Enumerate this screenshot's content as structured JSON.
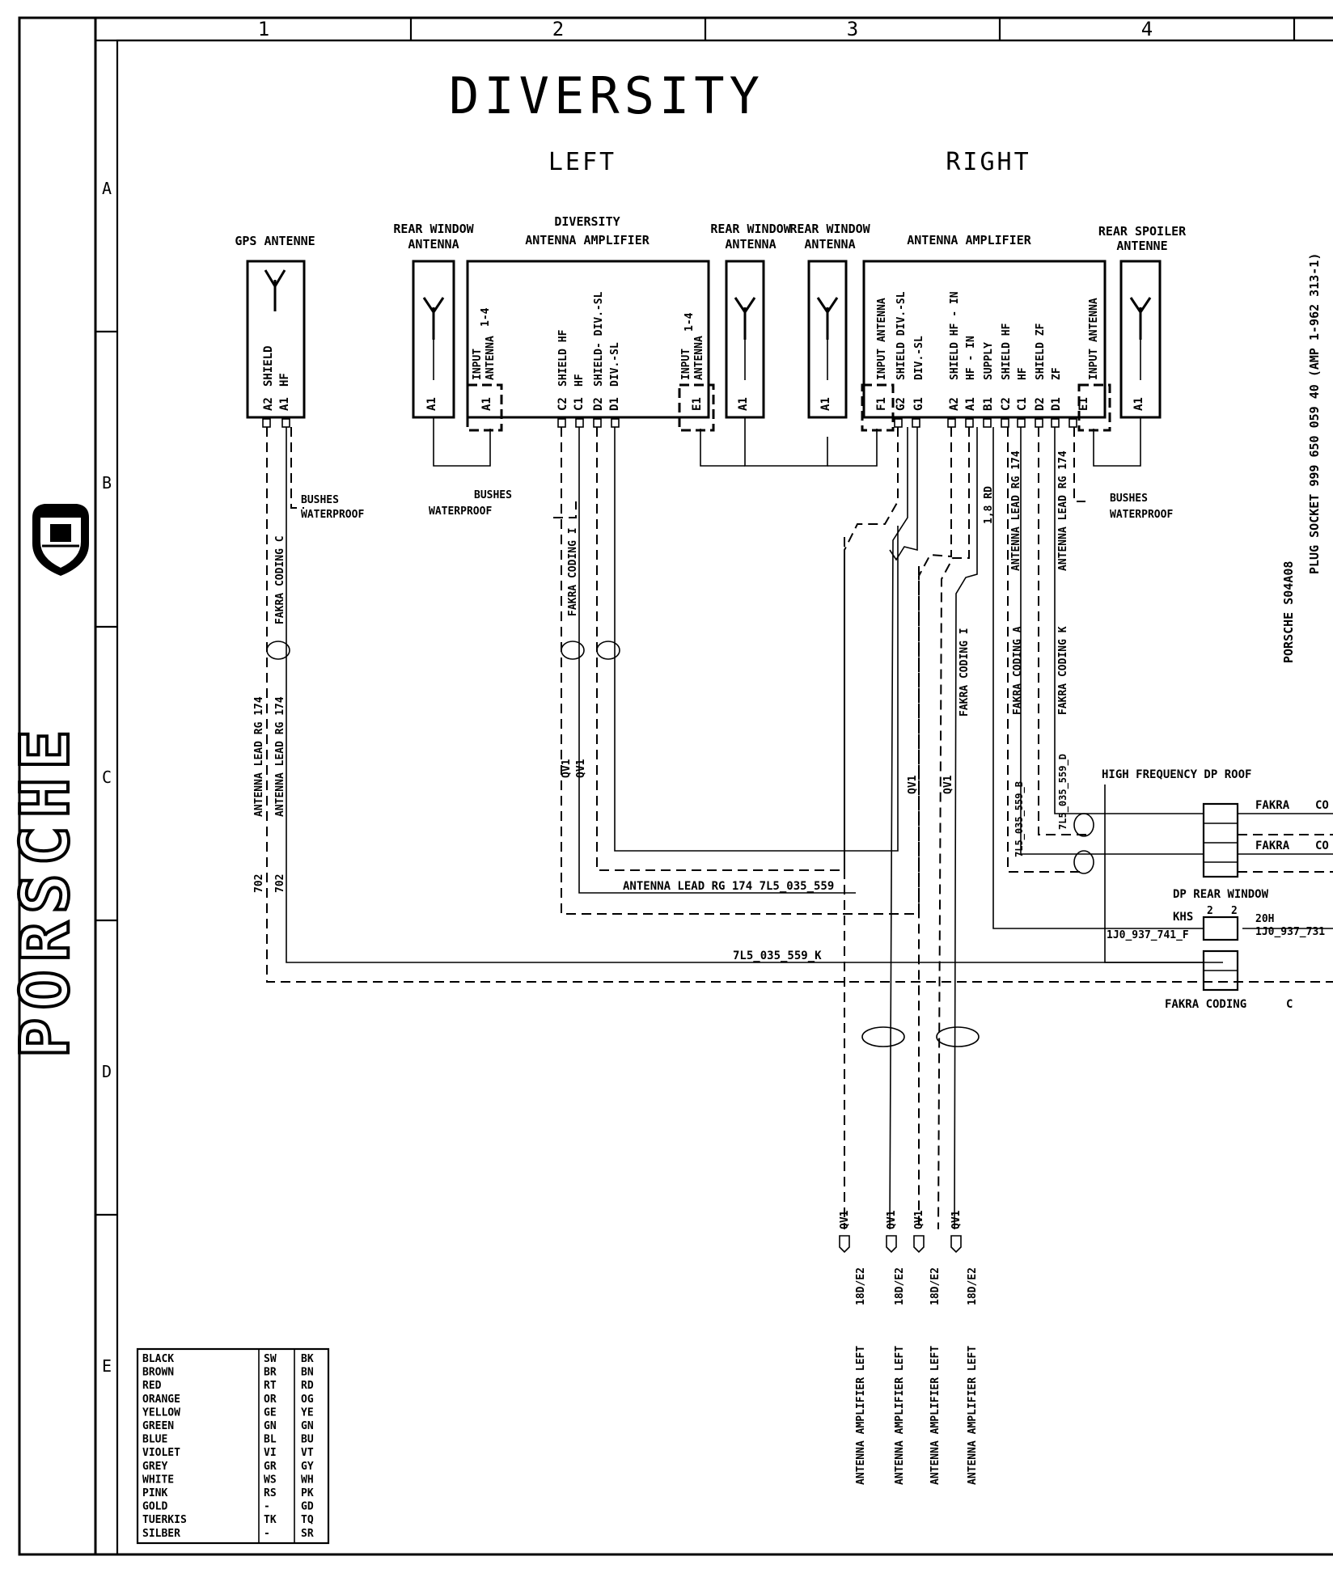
{
  "title": "DIVERSITY",
  "subtitles": {
    "left": "LEFT",
    "right": "RIGHT"
  },
  "grid": {
    "columns": [
      "1",
      "2",
      "3",
      "4"
    ],
    "rows": [
      "A",
      "B",
      "C",
      "D",
      "E"
    ]
  },
  "brand": {
    "name": "PORSCHE"
  },
  "components": {
    "gps": {
      "label": "GPS ANTENNE",
      "pins": [
        "A2",
        "A1"
      ],
      "pin_names": [
        "SHIELD",
        "HF"
      ]
    },
    "rear_window_left": {
      "label_line1": "REAR WINDOW",
      "label_line2": "ANTENNA",
      "pin": "A1"
    },
    "div_amp": {
      "label_line1": "DIVERSITY",
      "label_line2": "ANTENNA  AMPLIFIER",
      "pin_names": [
        "INPUT",
        "ANTENNA",
        "1-4",
        "SHIELD  HF",
        "HF",
        "SHIELD- DIV.-SL",
        "DIV.-SL",
        "INPUT",
        "ANTENNA",
        "1-4"
      ],
      "pins": [
        "A1",
        "C2",
        "C1",
        "D2",
        "D1",
        "E1"
      ]
    },
    "rear_window_mid": {
      "label_line1": "REAR WINDOW",
      "label_line2": "ANTENNA",
      "pin": "A1"
    },
    "rear_window_right": {
      "label_line1": "REAR WINDOW",
      "label_line2": "ANTENNA",
      "pin": "A1"
    },
    "ant_amp": {
      "label": "ANTENNA  AMPLIFIER",
      "pin_names": [
        "INPUT ANTENNA",
        "SHIELD DIV.-SL",
        "DIV.-SL",
        "SHIELD HF - IN",
        "HF - IN",
        "SUPPLY",
        "SHIELD HF",
        "HF",
        "SHIELD ZF",
        "ZF",
        "INPUT  ANTENNA"
      ],
      "pins": [
        "F1",
        "G2",
        "G1",
        "A2",
        "A1",
        "B1",
        "C2",
        "C1",
        "D2",
        "D1",
        "E1"
      ]
    },
    "rear_spoiler": {
      "label_line1": "REAR SPOILER",
      "label_line2": "ANTENNE",
      "pin": "A1"
    }
  },
  "wire_labels": {
    "bushes_left_1": "BUSHES",
    "bushes_left_2": "WATERPROOF",
    "bushes_mid_1": "BUSHES",
    "bushes_mid_2": "WATERPROOF",
    "bushes_right_1": "BUSHES",
    "bushes_right_2": "WATERPROOF",
    "fakra_c": "FAKRA  CODING C",
    "lead_1": "ANTENNA LEAD   RG 174",
    "lead_2": "ANTENNA LEAD   RG 174",
    "w702a": "702",
    "w702b": "702",
    "fakra_i_left": "FAKRA  CODING   I",
    "qv1a": "QV1",
    "qv1b": "QV1",
    "qv1c": "QV1",
    "qv1d": "QV1",
    "fakra_i_right": "FAKRA  CODING  I",
    "rd18": "1,8  RD",
    "lead_rg_a": "ANTENNA  LEAD  RG 174",
    "lead_rg_b": "ANTENNA  LEAD  RG 174",
    "fakra_a": "FAKRA  CODING  A",
    "fakra_k": "FAKRA  CODING  K",
    "p559b": "7L5_035_559_B",
    "p559d": "7L5_035_559_D",
    "lead_559": "ANTENNA LEAD  RG 174  7L5_035_559",
    "p559k": "7L5_035_559_K"
  },
  "connectors": {
    "hf_dp_roof": "HIGH FREQUENCY DP ROOF",
    "fakra1": "FAKRA",
    "co1": "CO",
    "fakra2": "FAKRA",
    "co2": "CO",
    "dp_rear_window": "DP REAR WINDOW",
    "khs": "KHS",
    "n2a": "2",
    "n2b": "2",
    "n20h": "20H",
    "part_741": "1J0_937_741_F",
    "part_731": "1J0_937_731",
    "fakra_coding": "FAKRA  CODING",
    "fakra_c_letter": "C"
  },
  "plug_socket": {
    "line1": "PORSCHE  S04A08",
    "line2": "PLUG SOCKET  999 650 059 40 (AMP 1-962 313-1)"
  },
  "bottom_terminals": [
    {
      "code": "QV1",
      "ref": "18D/E2",
      "desc": "ANTENNA AMPLIFIER  LEFT"
    },
    {
      "code": "QV1",
      "ref": "18D/E2",
      "desc": "ANTENNA AMPLIFIER  LEFT"
    },
    {
      "code": "QV1",
      "ref": "18D/E2",
      "desc": "ANTENNA AMPLIFIER  LEFT"
    },
    {
      "code": "QV1",
      "ref": "18D/E2",
      "desc": "ANTENNA AMPLIFIER  LEFT"
    }
  ],
  "color_legend": [
    {
      "name": "BLACK",
      "de": "SW",
      "en": "BK"
    },
    {
      "name": "BROWN",
      "de": "BR",
      "en": "BN"
    },
    {
      "name": "RED",
      "de": "RT",
      "en": "RD"
    },
    {
      "name": "ORANGE",
      "de": "OR",
      "en": "OG"
    },
    {
      "name": "YELLOW",
      "de": "GE",
      "en": "YE"
    },
    {
      "name": "GREEN",
      "de": "GN",
      "en": "GN"
    },
    {
      "name": "BLUE",
      "de": "BL",
      "en": "BU"
    },
    {
      "name": "VIOLET",
      "de": "VI",
      "en": "VT"
    },
    {
      "name": "GREY",
      "de": "GR",
      "en": "GY"
    },
    {
      "name": "WHITE",
      "de": "WS",
      "en": "WH"
    },
    {
      "name": "PINK",
      "de": "RS",
      "en": "PK"
    },
    {
      "name": "GOLD",
      "de": "-",
      "en": "GD"
    },
    {
      "name": "TUERKIS",
      "de": "TK",
      "en": "TQ"
    },
    {
      "name": "SILBER",
      "de": "-",
      "en": "SR"
    }
  ]
}
